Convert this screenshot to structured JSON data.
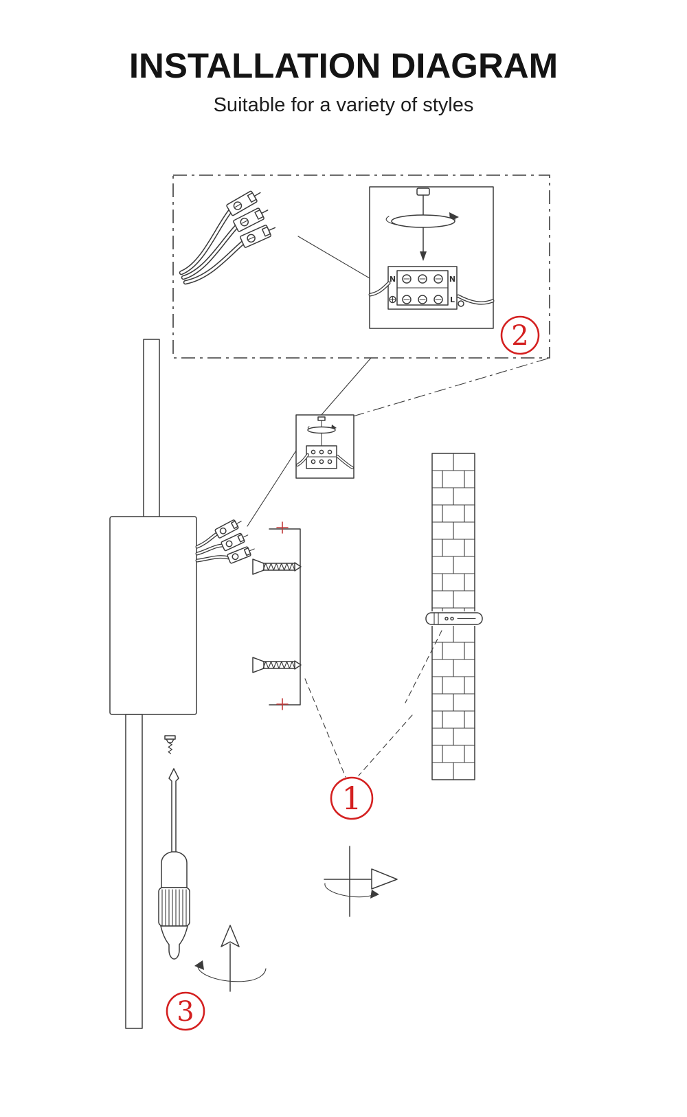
{
  "header": {
    "title": "INSTALLATION DIAGRAM",
    "subtitle": "Suitable for a variety of styles"
  },
  "steps": {
    "one": "1",
    "two": "2",
    "three": "3"
  },
  "terminal_block": {
    "top_left": "N",
    "top_right": "N",
    "bottom_right": "L"
  },
  "colors": {
    "line": "#3b3b3b",
    "accent_red": "#d42020"
  }
}
